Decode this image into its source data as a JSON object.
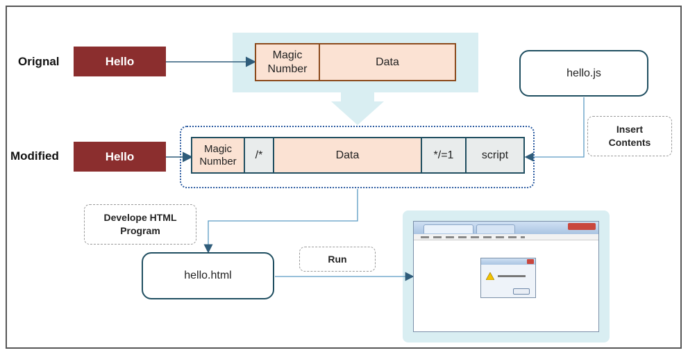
{
  "labels": {
    "original": "Orignal",
    "modified": "Modified"
  },
  "hello_box": "Hello",
  "original_file": {
    "magic": "Magic\nNumber",
    "data": "Data"
  },
  "modified_file": {
    "magic": "Magic\nNumber",
    "comment_open": "/*",
    "data": "Data",
    "comment_close": "*/=1",
    "script": "script"
  },
  "nodes": {
    "hello_js": "hello.js",
    "insert_contents": "Insert\nContents",
    "develop_html": "Develope HTML\nProgram",
    "hello_html": "hello.html",
    "run": "Run"
  },
  "colors": {
    "hello_fill": "#8b2e2e",
    "file_border": "#8b4a1c",
    "modified_border": "#1f4e60",
    "peach": "#fbe2d3",
    "highlight": "#d9eef2"
  }
}
